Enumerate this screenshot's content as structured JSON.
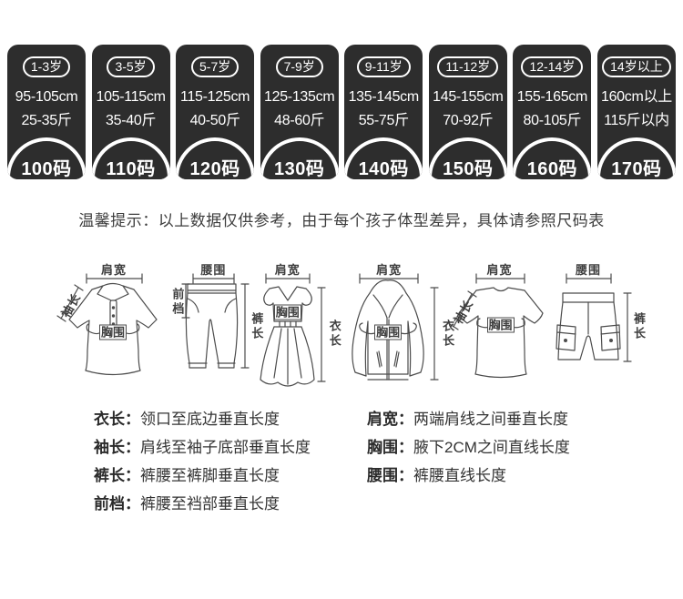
{
  "size_cards": [
    {
      "age": "1-3岁",
      "height": "95-105cm",
      "weight": "25-35斤",
      "size": "100码"
    },
    {
      "age": "3-5岁",
      "height": "105-115cm",
      "weight": "35-40斤",
      "size": "110码"
    },
    {
      "age": "5-7岁",
      "height": "115-125cm",
      "weight": "40-50斤",
      "size": "120码"
    },
    {
      "age": "7-9岁",
      "height": "125-135cm",
      "weight": "48-60斤",
      "size": "130码"
    },
    {
      "age": "9-11岁",
      "height": "135-145cm",
      "weight": "55-75斤",
      "size": "140码"
    },
    {
      "age": "11-12岁",
      "height": "145-155cm",
      "weight": "70-92斤",
      "size": "150码"
    },
    {
      "age": "12-14岁",
      "height": "155-165cm",
      "weight": "80-105斤",
      "size": "160码"
    },
    {
      "age": "14岁以上",
      "height": "160cm以上",
      "weight": "115斤以内",
      "size": "170码"
    }
  ],
  "tip": "温馨提示：以上数据仅供参考，由于每个孩子体型差异，具体请参照尺码表",
  "diagrams": [
    {
      "garment": "polo-shirt",
      "labels": {
        "top": "肩宽",
        "sleeve": "袖长",
        "chest": "胸围"
      }
    },
    {
      "garment": "pants",
      "labels": {
        "top": "腰围",
        "left": "前档",
        "right": "裤长"
      }
    },
    {
      "garment": "dress",
      "labels": {
        "top": "肩宽",
        "chest": "胸围",
        "right": "衣长"
      }
    },
    {
      "garment": "jacket",
      "labels": {
        "top": "肩宽",
        "chest": "胸围",
        "right": "衣长"
      }
    },
    {
      "garment": "t-shirt",
      "labels": {
        "top": "肩宽",
        "sleeve": "袖长",
        "chest": "胸围"
      }
    },
    {
      "garment": "shorts",
      "labels": {
        "top": "腰围",
        "right": "裤长"
      }
    }
  ],
  "definitions": {
    "left": [
      {
        "term": "衣长：",
        "text": "领口至底边垂直长度"
      },
      {
        "term": "袖长：",
        "text": "肩线至袖子底部垂直长度"
      },
      {
        "term": "裤长：",
        "text": "裤腰至裤脚垂直长度"
      },
      {
        "term": "前档：",
        "text": "裤腰至裆部垂直长度"
      }
    ],
    "right": [
      {
        "term": "肩宽：",
        "text": "两端肩线之间垂直长度"
      },
      {
        "term": "胸围：",
        "text": "腋下2CM之间直线长度"
      },
      {
        "term": "腰围：",
        "text": "裤腰直线长度"
      }
    ]
  },
  "colors": {
    "card_bg": "#2d2d2d",
    "card_text": "#ffffff",
    "line": "#4c4c4c",
    "text": "#333333"
  }
}
